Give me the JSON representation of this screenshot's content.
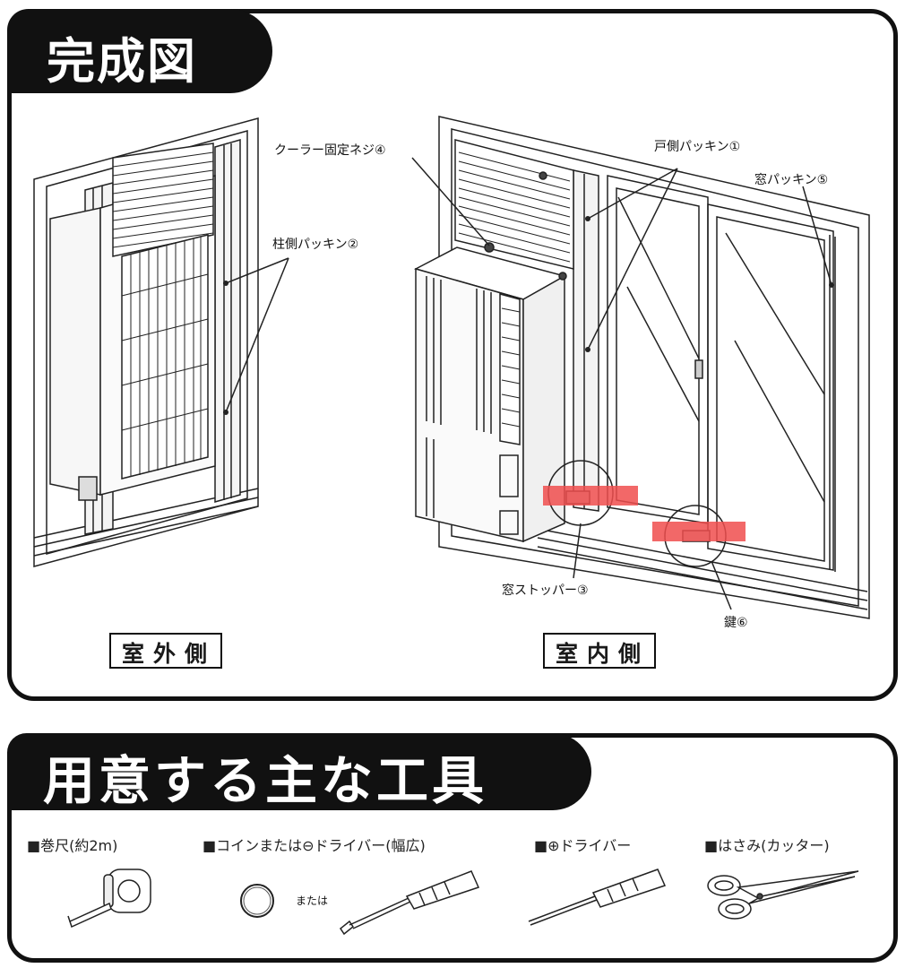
{
  "complete_section": {
    "title": "完成図",
    "outdoor_label": "室外側",
    "indoor_label": "室内側",
    "callouts": {
      "pillar_packing": "柱側パッキン②",
      "cooler_screw": "クーラー固定ネジ④",
      "door_packing": "戸側パッキン①",
      "window_packing": "窓パッキン⑤",
      "window_stopper": "窓ストッパー③",
      "key": "鍵⑥"
    }
  },
  "tools_section": {
    "title": "用意する主な工具",
    "tools": [
      {
        "label": "■巻尺(約2m)",
        "icon": "tape-measure-icon"
      },
      {
        "label": "■コインまたは⊖ドライバー(幅広)",
        "icon": "coin-flathead-screwdriver-icon"
      },
      {
        "label": "■⊕ドライバー",
        "icon": "phillips-screwdriver-icon"
      },
      {
        "label": "■はさみ(カッター)",
        "icon": "scissors-icon"
      }
    ],
    "or_text": "または"
  }
}
